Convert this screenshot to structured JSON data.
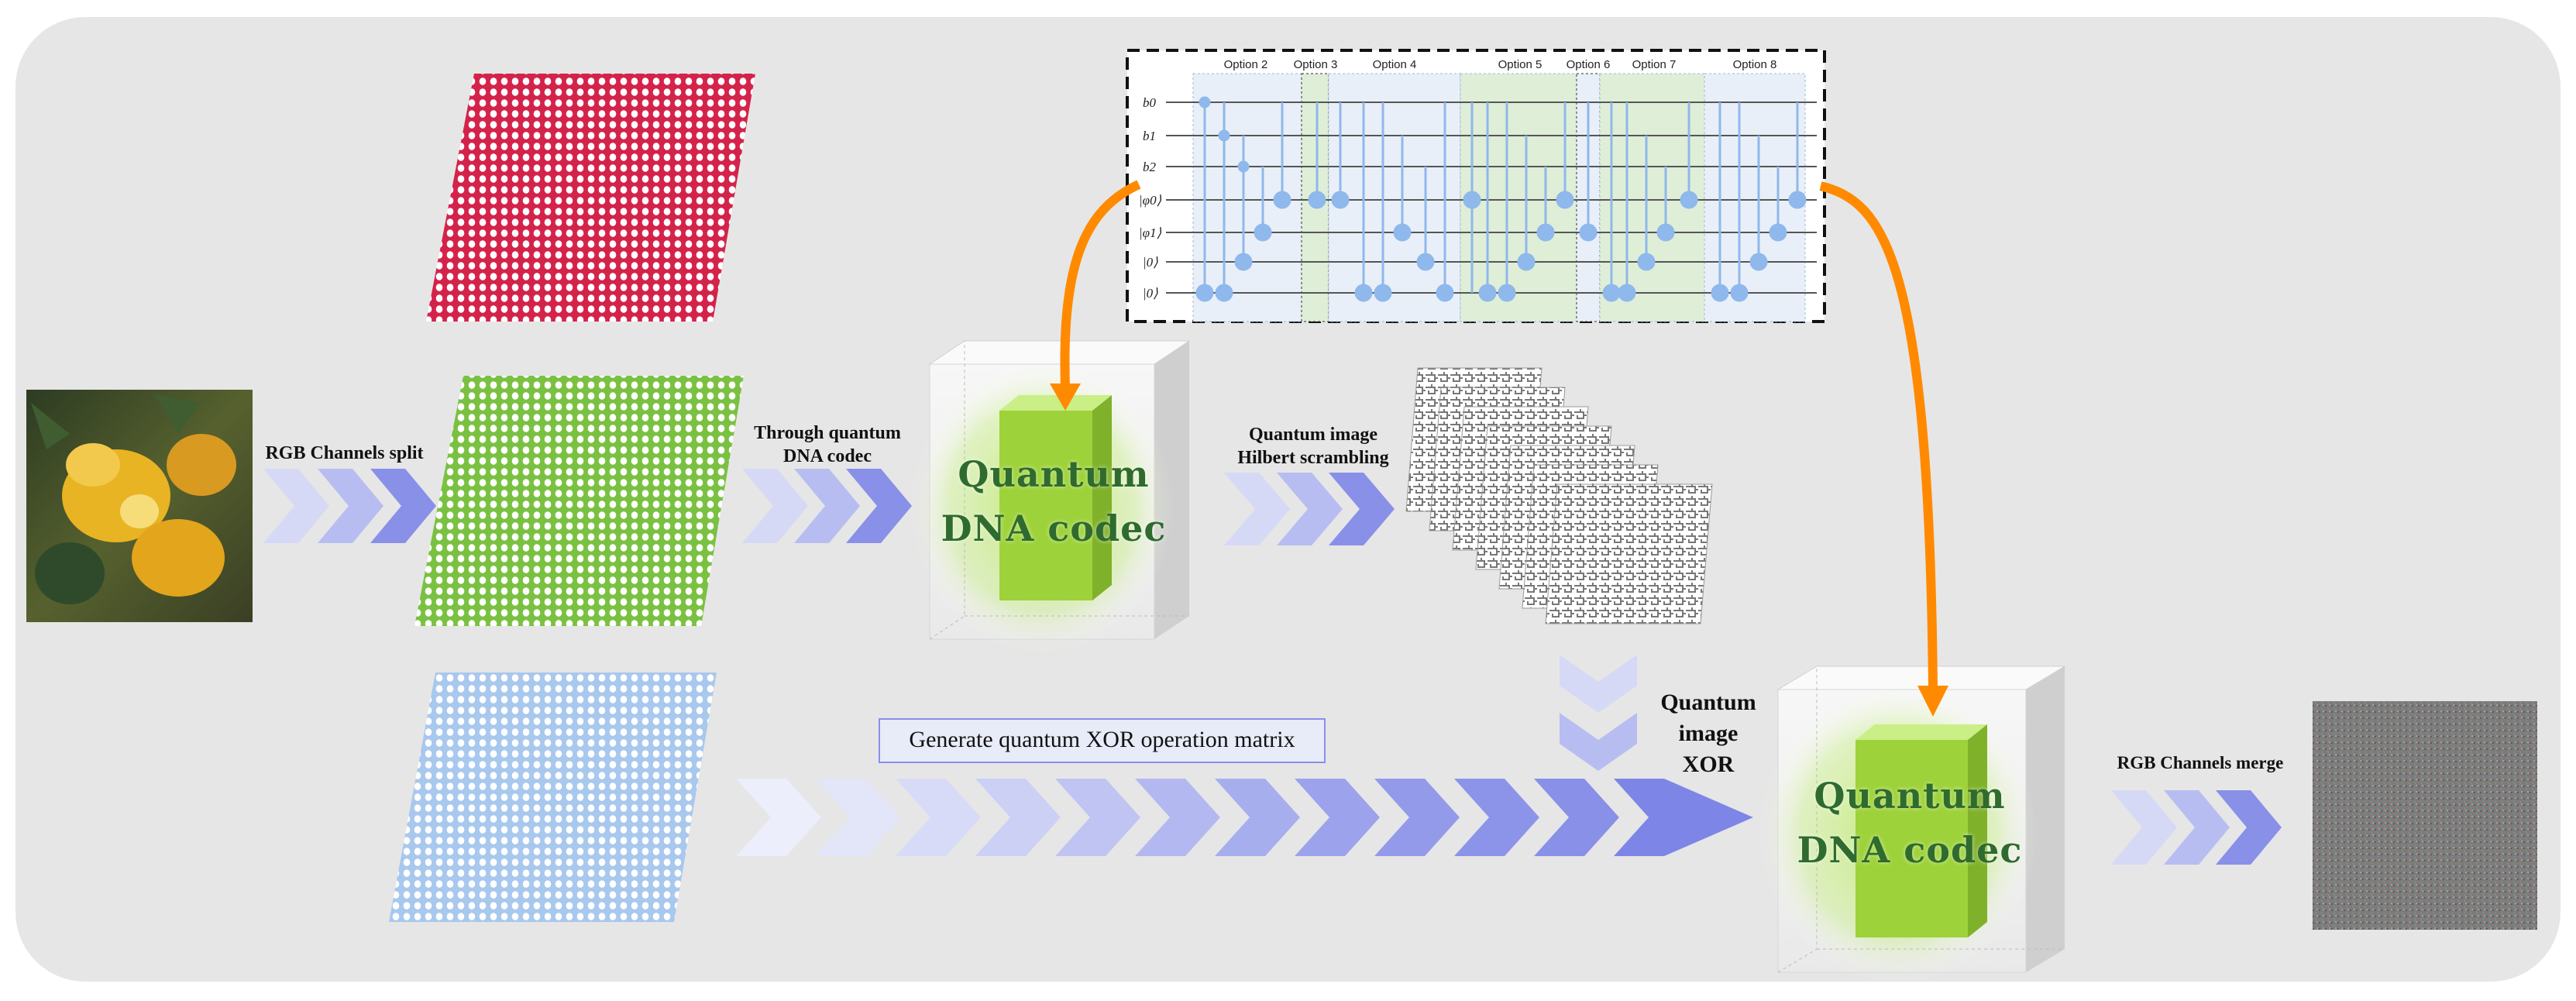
{
  "labels": {
    "rgb_split": "RGB Channels split",
    "dna_codec_line1": "Through quantum",
    "dna_codec_line2": "DNA codec",
    "hilbert_line1": "Quantum image",
    "hilbert_line2": "Hilbert scrambling",
    "xor_line1": "Quantum",
    "xor_line2": "image",
    "xor_line3": "XOR",
    "generate_xor": "Generate quantum XOR operation matrix",
    "rgb_merge": "RGB Channels merge"
  },
  "cube_1": {
    "line1": "Quantum",
    "line2": "DNA codec"
  },
  "cube_2": {
    "line1": "Quantum",
    "line2": "DNA codec"
  },
  "circuit": {
    "options": [
      "Option 2",
      "Option 3",
      "Option 4",
      "Option 5",
      "Option 6",
      "Option 7",
      "Option 8"
    ],
    "qubits": [
      "b0",
      "b1",
      "b2",
      "|φ0⟩",
      "|φ1⟩",
      "|0⟩",
      "|0⟩"
    ]
  },
  "colors": {
    "background_panel": "#e6e6e6",
    "red_channel": "#d4234a",
    "green_channel": "#7ac142",
    "blue_channel": "#a8c8ee",
    "arrow_blue": "#8890e8",
    "connector_orange": "#ff8a00",
    "cube_green": "#9ed23a"
  }
}
